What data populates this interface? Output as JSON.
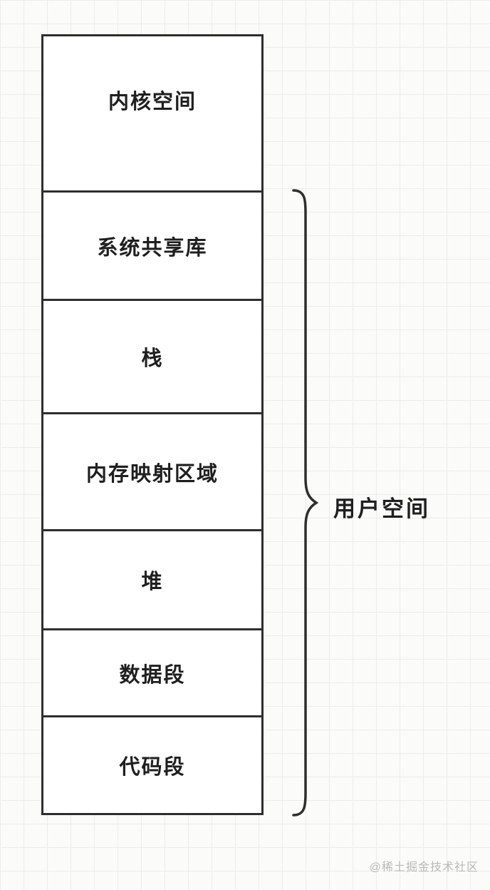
{
  "diagram": {
    "boxes": [
      {
        "label": "内核空间"
      },
      {
        "label": "系统共享库"
      },
      {
        "label": "栈"
      },
      {
        "label": "内存映射区域"
      },
      {
        "label": "堆"
      },
      {
        "label": "数据段"
      },
      {
        "label": "代码段"
      }
    ],
    "brace_label": "用户空间"
  },
  "watermark": "@稀土掘金技术社区",
  "colors": {
    "stroke": "#2e2e2e",
    "box_fill": "#ffffff",
    "grid_line": "#ececea",
    "background": "#fbfbf9",
    "text": "#1f1f1f",
    "watermark": "#b9b9b9"
  }
}
